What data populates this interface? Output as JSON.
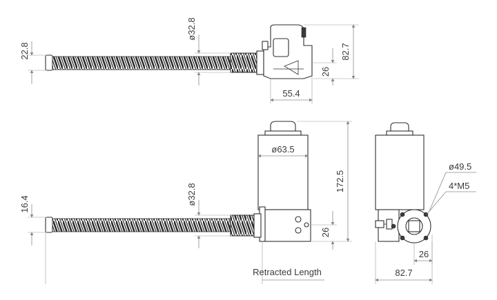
{
  "top_view": {
    "dim_rod_height": "22.8",
    "dim_tube_diameter": "ø32.8",
    "dim_total_height": "82.7",
    "dim_offset": "26",
    "dim_housing_width": "55.4"
  },
  "side_view": {
    "dim_rod_height": "16.4",
    "dim_tube_diameter": "ø32.8",
    "dim_motor_diameter": "ø63.5",
    "dim_total_height": "172.5",
    "dim_offset": "26",
    "retracted_length_label": "Retracted Length"
  },
  "end_view": {
    "dim_bolt_circle": "ø49.5",
    "dim_bolt_spec": "4*M5",
    "dim_offset": "26",
    "dim_width": "82.7"
  }
}
